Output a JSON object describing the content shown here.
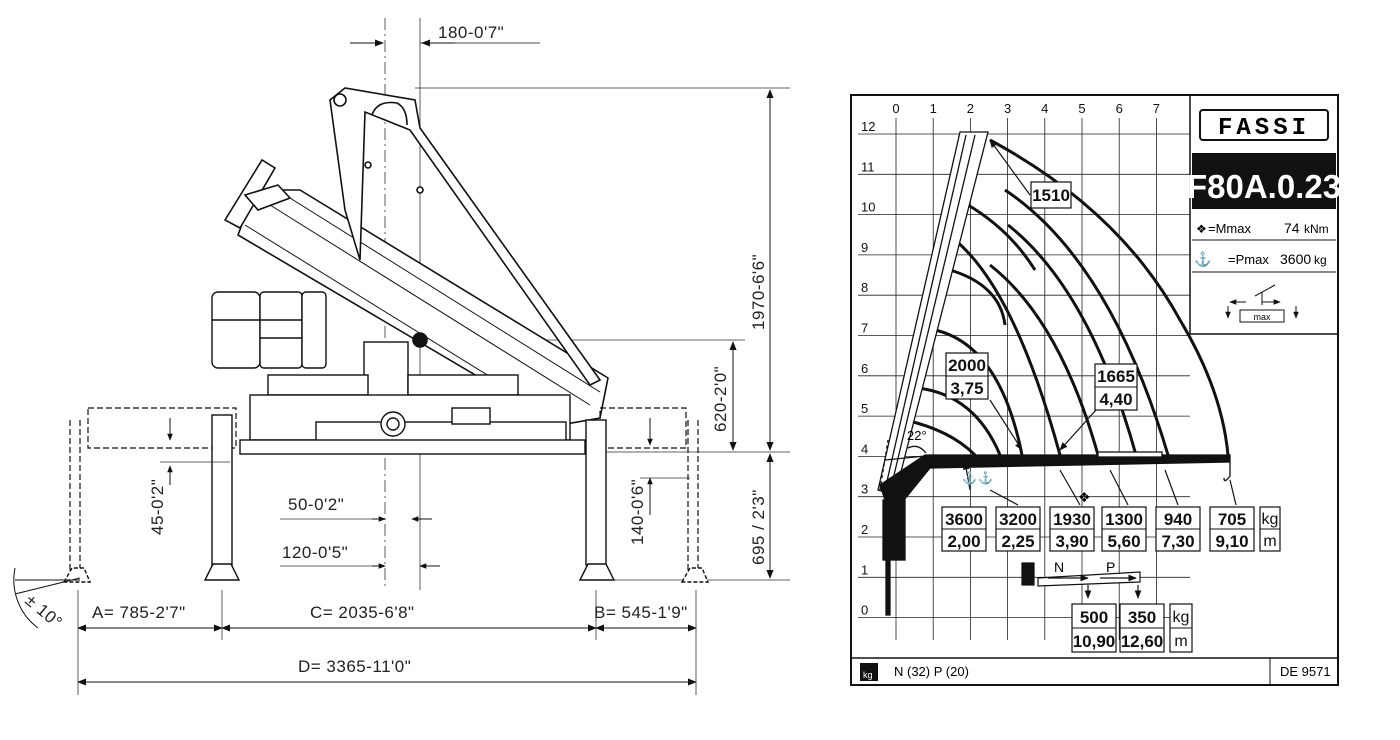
{
  "left_drawing": {
    "dims": {
      "top": "180-0'7\"",
      "height_total": "1970-6'6\"",
      "height_mid": "620-2'0\"",
      "height_base": "695 / 2'3\"",
      "offset_45": "45-0'2\"",
      "offset_140": "140-0'6\"",
      "offset_50": "50-0'2\"",
      "offset_120": "120-0'5\"",
      "angle": "± 10°",
      "a": "A= 785-2'7\"",
      "c": "C= 2035-6'8\"",
      "b": "B= 545-1'9\"",
      "d": "D= 3365-11'0\""
    }
  },
  "chart": {
    "x_ticks": [
      "0",
      "1",
      "2",
      "3",
      "4",
      "5",
      "6",
      "7"
    ],
    "y_ticks": [
      "12",
      "11",
      "10",
      "9",
      "8",
      "7",
      "6",
      "5",
      "4",
      "3",
      "2",
      "1",
      "0"
    ],
    "angle_label": "22°",
    "callouts": [
      {
        "kg": "1510",
        "m": ""
      },
      {
        "kg": "2000",
        "m": "3,75"
      },
      {
        "kg": "1665",
        "m": "4,40"
      }
    ],
    "loads": [
      {
        "kg": "3600",
        "m": "2,00"
      },
      {
        "kg": "3200",
        "m": "2,25"
      },
      {
        "kg": "1930",
        "m": "3,90"
      },
      {
        "kg": "1300",
        "m": "5,60"
      },
      {
        "kg": "940",
        "m": "7,30"
      },
      {
        "kg": "705",
        "m": "9,10"
      }
    ],
    "unit_kg": "kg",
    "unit_m": "m",
    "np_labels": {
      "n": "N",
      "p": "P"
    },
    "ext_loads": [
      {
        "kg": "500",
        "m": "10,90"
      },
      {
        "kg": "350",
        "m": "12,60"
      }
    ],
    "footer": {
      "kg_icon_label": "kg",
      "weights": "N (32)  P (20)",
      "code": "DE 9571"
    },
    "mmax_symbol": "❖"
  },
  "brand": {
    "logo": "FASSI",
    "model": "F80A.0.23",
    "mmax_label": "=Mmax",
    "mmax_value": "74",
    "mmax_unit": "kNm",
    "pmax_label": "=Pmax",
    "pmax_value": "3600",
    "pmax_unit": "kg",
    "max_label": "max"
  }
}
